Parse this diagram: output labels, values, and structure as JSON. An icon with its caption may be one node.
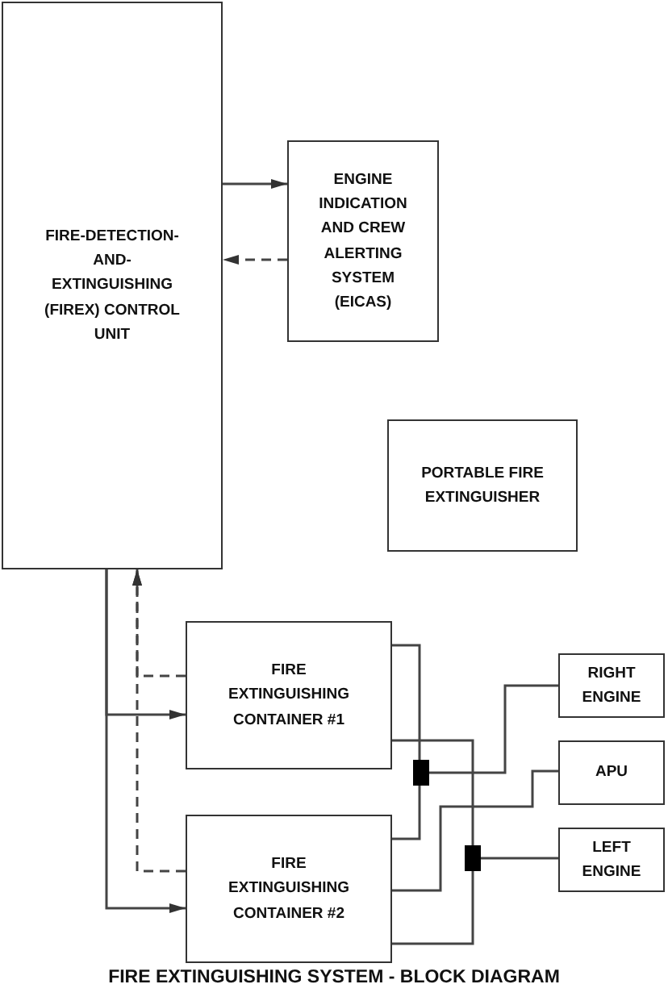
{
  "diagram": {
    "title": "FIRE EXTINGUISHING SYSTEM - BLOCK DIAGRAM",
    "nodes": [
      {
        "text": [
          "FIRE-DETECTION-AND-EXTINGUISHING (FIREX) CONTROL UNIT"
        ]
      },
      {
        "text": [
          "ENGINE INDICATION AND CREW ALERTING SYSTEM (EICAS)"
        ]
      },
      {
        "text": [
          "PORTABLE FIRE EXTINGUISHER"
        ]
      },
      {
        "text": [
          "FIRE EXTINGUISHING CONTAINER #1"
        ]
      },
      {
        "text": [
          "FIRE EXTINGUISHING CONTAINER #2"
        ]
      },
      {
        "text": [
          "RIGHT ENGINE"
        ]
      },
      {
        "text": [
          "APU"
        ]
      },
      {
        "text": [
          "LEFT ENGINE"
        ]
      },
      {
        "text": [],
        "shape": "box"
      },
      {
        "text": [],
        "shape": "box"
      }
    ],
    "edges": [
      {
        "from": 0,
        "to": 1,
        "arrow": "to"
      },
      {
        "from": 1,
        "to": 0,
        "arrow": "to",
        "style": "dashed"
      },
      {
        "from": 0,
        "to": 3,
        "arrow": "to"
      },
      {
        "from": 0,
        "to": 4,
        "arrow": "to"
      },
      {
        "from": 3,
        "to": 0,
        "arrow": "to",
        "style": "dashed"
      },
      {
        "from": 4,
        "to": 0,
        "arrow": "to",
        "style": "dashed"
      },
      {
        "from": 3,
        "to": 8,
        "arrow": "none"
      },
      {
        "from": 4,
        "to": 8,
        "arrow": "none"
      },
      {
        "from": 3,
        "to": 9,
        "arrow": "none"
      },
      {
        "from": 4,
        "to": 9,
        "arrow": "none"
      },
      {
        "from": 8,
        "to": 5,
        "arrow": "none"
      },
      {
        "from": 4,
        "to": 6,
        "arrow": "none"
      },
      {
        "from": 9,
        "to": 7,
        "arrow": "none"
      }
    ]
  }
}
